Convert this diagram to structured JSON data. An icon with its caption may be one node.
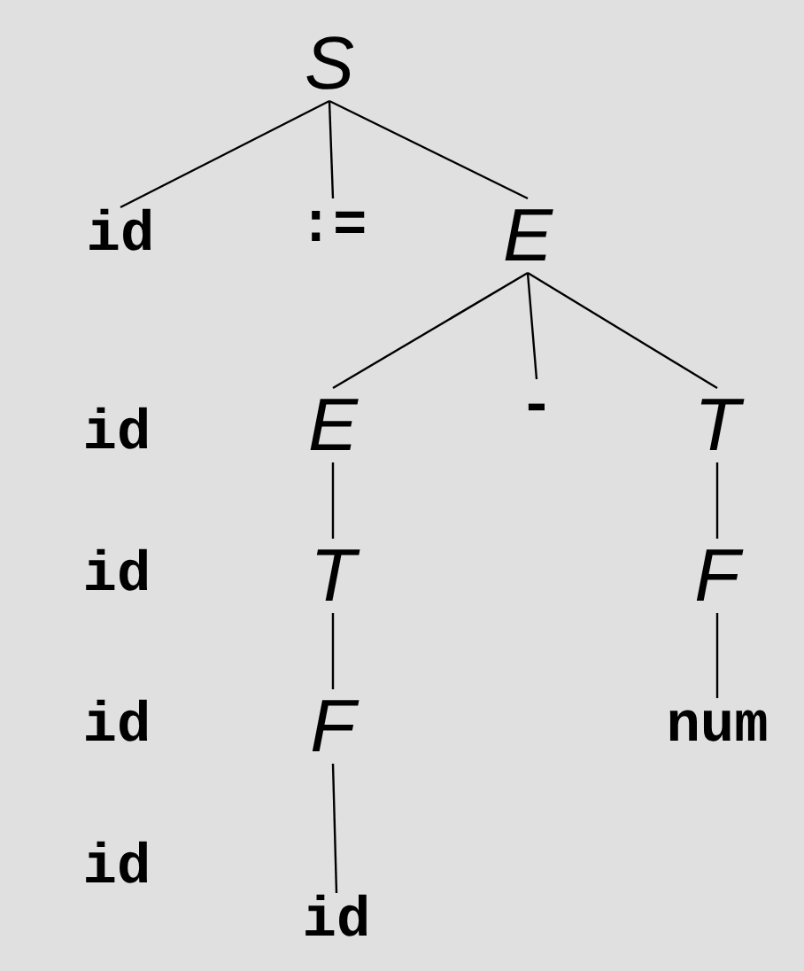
{
  "diagram": {
    "nodes": [
      {
        "text": [
          "S"
        ]
      },
      {
        "text": [
          "id"
        ]
      },
      {
        "text": [
          ":="
        ]
      },
      {
        "text": [
          "E"
        ]
      },
      {
        "text": [
          "E"
        ]
      },
      {
        "text": [
          "-"
        ]
      },
      {
        "text": [
          "T"
        ]
      },
      {
        "text": [
          "T"
        ]
      },
      {
        "text": [
          "F"
        ]
      },
      {
        "text": [
          "F"
        ]
      },
      {
        "text": [
          "num"
        ]
      },
      {
        "text": [
          "id"
        ]
      }
    ],
    "edges": [
      {
        "from": 0,
        "to": 1,
        "arrow": "none"
      },
      {
        "from": 0,
        "to": 2,
        "arrow": "none"
      },
      {
        "from": 0,
        "to": 3,
        "arrow": "none"
      },
      {
        "from": 3,
        "to": 4,
        "arrow": "none"
      },
      {
        "from": 3,
        "to": 5,
        "arrow": "none"
      },
      {
        "from": 3,
        "to": 6,
        "arrow": "none"
      },
      {
        "from": 4,
        "to": 7,
        "arrow": "none"
      },
      {
        "from": 6,
        "to": 8,
        "arrow": "none"
      },
      {
        "from": 7,
        "to": 9,
        "arrow": "none"
      },
      {
        "from": 8,
        "to": 10,
        "arrow": "none"
      },
      {
        "from": 9,
        "to": 11,
        "arrow": "none"
      }
    ],
    "labels": [
      "id",
      "id",
      "id",
      "id"
    ]
  }
}
